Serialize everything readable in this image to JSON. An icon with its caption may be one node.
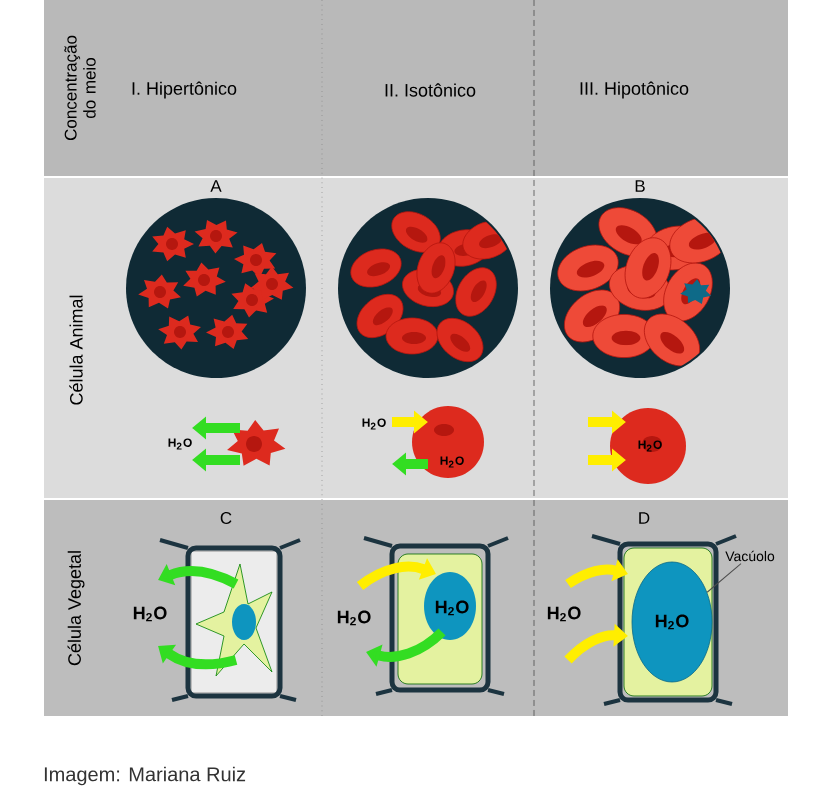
{
  "diagram": {
    "caption": "Imagem: Mariana Ruiz",
    "nodes": [
      {
        "text": [
          "Vacúolo"
        ]
      },
      {
        "text": [
          "H$_{2}$O"
        ]
      }
    ],
    "edges": [
      {
        "from": 0,
        "to": 1,
        "arrow": "none"
      }
    ],
    "labels": [
      "Concentração do meio",
      "I. Hipertônico",
      "II. Isotônico",
      "III. Hipotônico",
      "A",
      "B",
      "Célula Animal",
      "H$_{2}$O",
      "H$_{2}$O",
      "H$_{2}$O",
      "H$_{2}$O",
      "C",
      "D",
      "Célula Vegetal",
      "H$_{2}$O",
      "H$_{2}$O",
      "H$_{2}$O",
      "H$_{2}$O"
    ]
  }
}
